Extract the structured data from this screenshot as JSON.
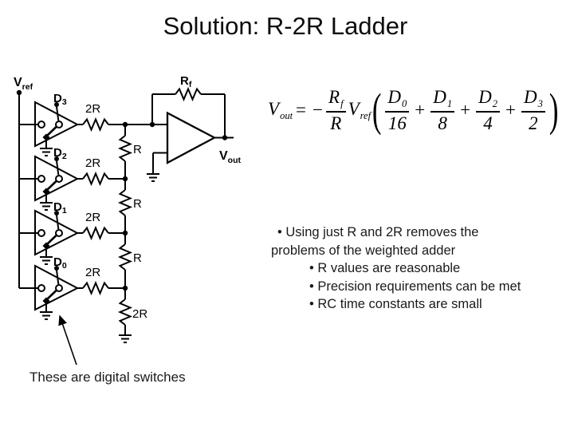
{
  "slide": {
    "title": "Solution: R-2R Ladder",
    "ink": "#000000",
    "background": "#ffffff"
  },
  "formula": {
    "lhs_base": "V",
    "lhs_sub": "out",
    "equals": "=",
    "minus": "−",
    "gain_num_base": "R",
    "gain_num_sub": "f",
    "gain_den": "R",
    "ref_base": "V",
    "ref_sub": "ref",
    "open_paren": "(",
    "close_paren": ")",
    "plus": "+",
    "terms": [
      {
        "num_base": "D",
        "num_sub": "0",
        "den": "16"
      },
      {
        "num_base": "D",
        "num_sub": "1",
        "den": "8"
      },
      {
        "num_base": "D",
        "num_sub": "2",
        "den": "4"
      },
      {
        "num_base": "D",
        "num_sub": "3",
        "den": "2"
      }
    ]
  },
  "bullets": {
    "lines": [
      {
        "text": "• Using just  R and 2R removes the"
      },
      {
        "text": "problems of the weighted adder"
      },
      {
        "text": "• R values are reasonable"
      },
      {
        "text": "• Precision requirements can be met"
      },
      {
        "text": "• RC time constants are small"
      }
    ]
  },
  "circuit": {
    "vref_base": "V",
    "vref_sub": "ref",
    "switches": [
      {
        "bit_base": "D",
        "bit_sub": "3",
        "series_resistor": "2R"
      },
      {
        "bit_base": "D",
        "bit_sub": "2",
        "series_resistor": "2R"
      },
      {
        "bit_base": "D",
        "bit_sub": "1",
        "series_resistor": "2R"
      },
      {
        "bit_base": "D",
        "bit_sub": "0",
        "series_resistor": "2R"
      }
    ],
    "ladder_resistors": [
      {
        "label": "R"
      },
      {
        "label": "R"
      },
      {
        "label": "R"
      }
    ],
    "terminator_resistor": "2R",
    "feedback_base": "R",
    "feedback_sub": "f",
    "vout_base": "V",
    "vout_sub": "out",
    "caption": "These are digital switches"
  }
}
